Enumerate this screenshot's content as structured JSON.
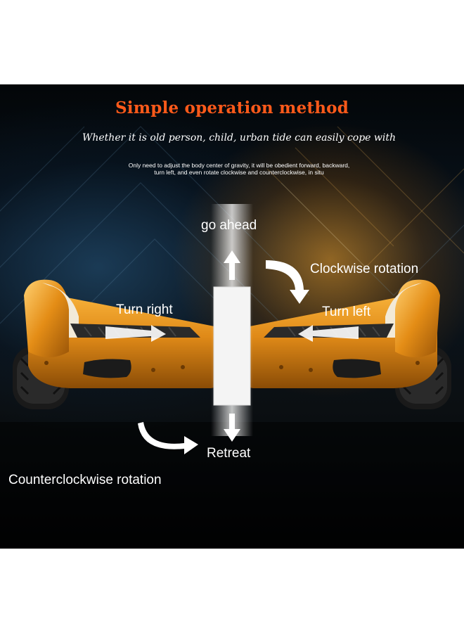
{
  "title": "Simple operation method",
  "subtitle": "Whether it is old person, child, urban tide can easily cope with",
  "description_line1": "Only need to adjust the body center of gravity, it will be obedient forward, backward,",
  "description_line2": "turn left, and even rotate clockwise and counterclockwise, in situ",
  "labels": {
    "go_ahead": "go ahead",
    "clockwise": "Clockwise rotation",
    "turn_right": "Turn right",
    "turn_left": "Turn left",
    "retreat": "Retreat",
    "counterclockwise": "Counterclockwise rotation"
  },
  "colors": {
    "title": "#ff5a1a",
    "board_body": "#e08a18",
    "background": "#0a1520"
  },
  "icons": [
    "up-arrow-icon",
    "down-arrow-icon",
    "clockwise-arrow-icon",
    "counterclockwise-arrow-icon",
    "left-arrow-icon",
    "right-arrow-icon"
  ]
}
